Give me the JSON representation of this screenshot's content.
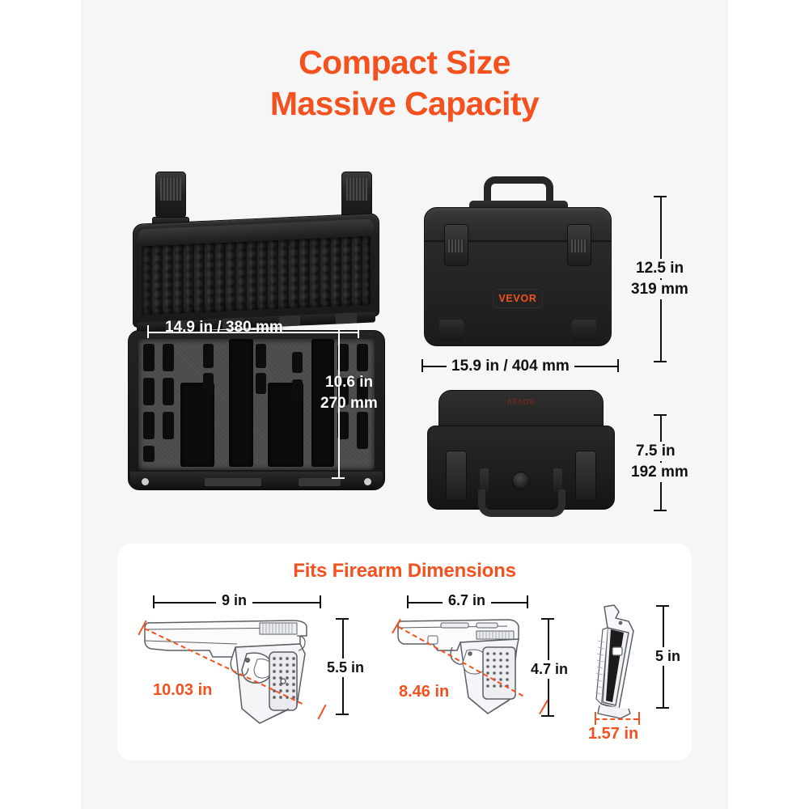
{
  "page": {
    "background": "#f6f6f6",
    "outer_background": "#ffffff",
    "accent_color": "#f4511e"
  },
  "title": {
    "line1": "Compact Size",
    "line2": "Massive Capacity"
  },
  "product": {
    "brand": "VEVOR",
    "brand_badge_front": "VEVOR",
    "brand_logo_lid": "VEVOR"
  },
  "dimensions": {
    "interior_width": "14.9 in / 380 mm",
    "interior_height_line1": "10.6 in",
    "interior_height_line2": "270 mm",
    "exterior_height_line1": "12.5 in",
    "exterior_height_line2": "319 mm",
    "exterior_width": "15.9 in / 404 mm",
    "exterior_depth_line1": "7.5 in",
    "exterior_depth_line2": "192 mm"
  },
  "fits_section": {
    "title": "Fits Firearm Dimensions",
    "items": [
      {
        "name": "full-size-pistol",
        "width": "9 in",
        "height": "5.5 in",
        "diagonal": "10.03 in"
      },
      {
        "name": "compact-pistol",
        "width": "6.7 in",
        "height": "4.7 in",
        "diagonal": "8.46 in"
      },
      {
        "name": "magazine",
        "height": "5 in",
        "width": "1.57 in"
      }
    ]
  }
}
